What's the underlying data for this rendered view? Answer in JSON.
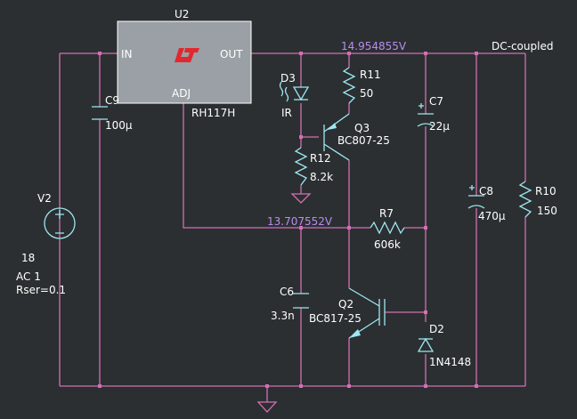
{
  "u2": {
    "ref": "U2",
    "pin_in": "IN",
    "pin_out": "OUT",
    "pin_adj": "ADJ",
    "part": "RH117H"
  },
  "voltages": {
    "out": "14.954855V",
    "adj": "13.707552V"
  },
  "dc_label": "DC-coupled",
  "v2": {
    "ref": "V2",
    "value": "18",
    "ac": "AC 1",
    "rser": "Rser=0.1"
  },
  "c9": {
    "ref": "C9",
    "value": "100µ"
  },
  "d3": {
    "ref": "D3",
    "value": "IR"
  },
  "r11": {
    "ref": "R11",
    "value": "50"
  },
  "q3": {
    "ref": "Q3",
    "value": "BC807-25"
  },
  "r12": {
    "ref": "R12",
    "value": "8.2k"
  },
  "c7": {
    "ref": "C7",
    "value": "22µ"
  },
  "c8": {
    "ref": "C8",
    "value": "470µ"
  },
  "r10": {
    "ref": "R10",
    "value": "150"
  },
  "r7": {
    "ref": "R7",
    "value": "606k"
  },
  "c6": {
    "ref": "C6",
    "value": "3.3n"
  },
  "q2": {
    "ref": "Q2",
    "value": "BC817-25"
  },
  "d2": {
    "ref": "D2",
    "value": "1N4148"
  },
  "colors": {
    "background": "#2b2f31",
    "wire": "#d46fb4",
    "component": "#9ee7f2",
    "voltage_label": "#b88cf0",
    "logo": "#e0282e"
  }
}
